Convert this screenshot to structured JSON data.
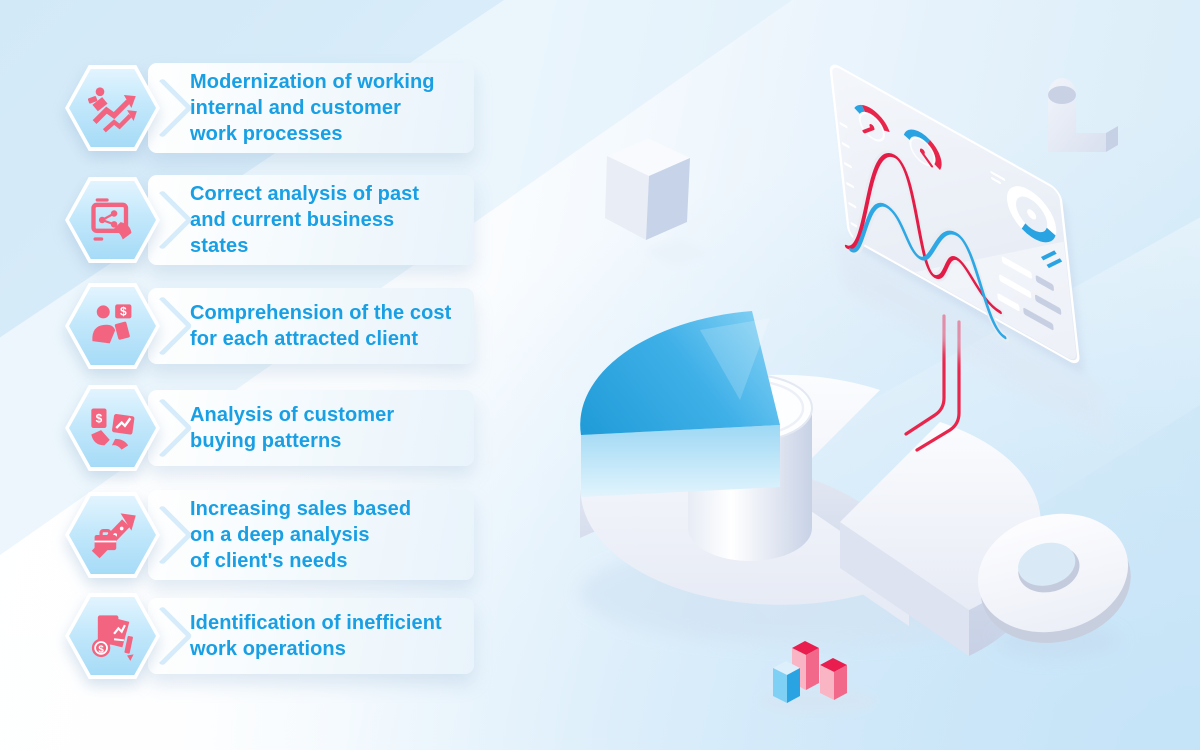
{
  "list": {
    "items": [
      {
        "icon": "growth-person-icon",
        "text": "Modernization of working\ninternal and customer\nwork processes"
      },
      {
        "icon": "tablet-analysis-icon",
        "text": "Correct analysis of past\nand current business\nstates"
      },
      {
        "icon": "client-cost-icon",
        "text": "Comprehension of the cost\nfor each attracted client"
      },
      {
        "icon": "buying-patterns-icon",
        "text": "Analysis of customer\nbuying patterns"
      },
      {
        "icon": "sales-growth-icon",
        "text": "Increasing sales based\non a deep analysis\nof client's needs"
      },
      {
        "icon": "inefficiency-audit-icon",
        "text": "Identification of inefficient\nwork operations"
      }
    ]
  },
  "colors": {
    "text_blue": "#189fe4",
    "icon_pink": "#f26480",
    "accent_red": "#e8254b",
    "accent_blue": "#2aa3e3",
    "hexagon_fill": "#a6dbf7",
    "background_blue": "#d5ebf8",
    "glass_panel": "#eceff7",
    "pie_blue_dark": "#1e9ad6",
    "pie_blue_light": "#9adbf7"
  },
  "illustration": {
    "elements": [
      "dashboard-monitor",
      "gauge-red",
      "gauge-blue",
      "line-chart-red",
      "line-chart-blue",
      "donut-chart",
      "bar-list",
      "3d-pie-chart",
      "pie-blue-slice",
      "center-cylinder",
      "torus",
      "mini-bar-cubes",
      "floating-cube",
      "ribbon-shape"
    ]
  }
}
